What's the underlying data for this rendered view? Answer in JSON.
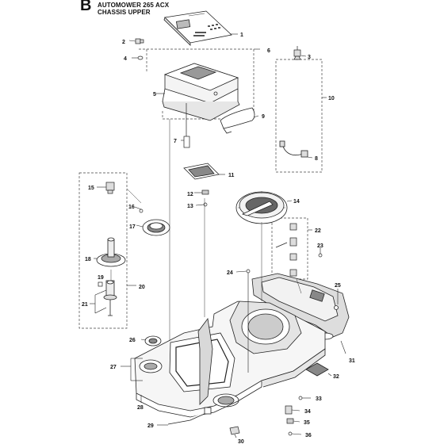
{
  "header": {
    "letter": "B",
    "model": "AUTOMOWER 265 ACX",
    "section": "CHASSIS UPPER"
  },
  "callouts": [
    "1",
    "2",
    "3",
    "4",
    "5",
    "6",
    "7",
    "8",
    "9",
    "10",
    "11",
    "12",
    "13",
    "14",
    "15",
    "16",
    "17",
    "18",
    "19",
    "20",
    "21",
    "22",
    "23",
    "24",
    "25",
    "26",
    "27",
    "28",
    "29",
    "30",
    "31",
    "32",
    "33",
    "34",
    "35",
    "36"
  ],
  "colors": {
    "line": "#222222",
    "dash": "#444444",
    "fill": "#ffffff",
    "shade": "#cfcfcf",
    "dark": "#555555"
  }
}
